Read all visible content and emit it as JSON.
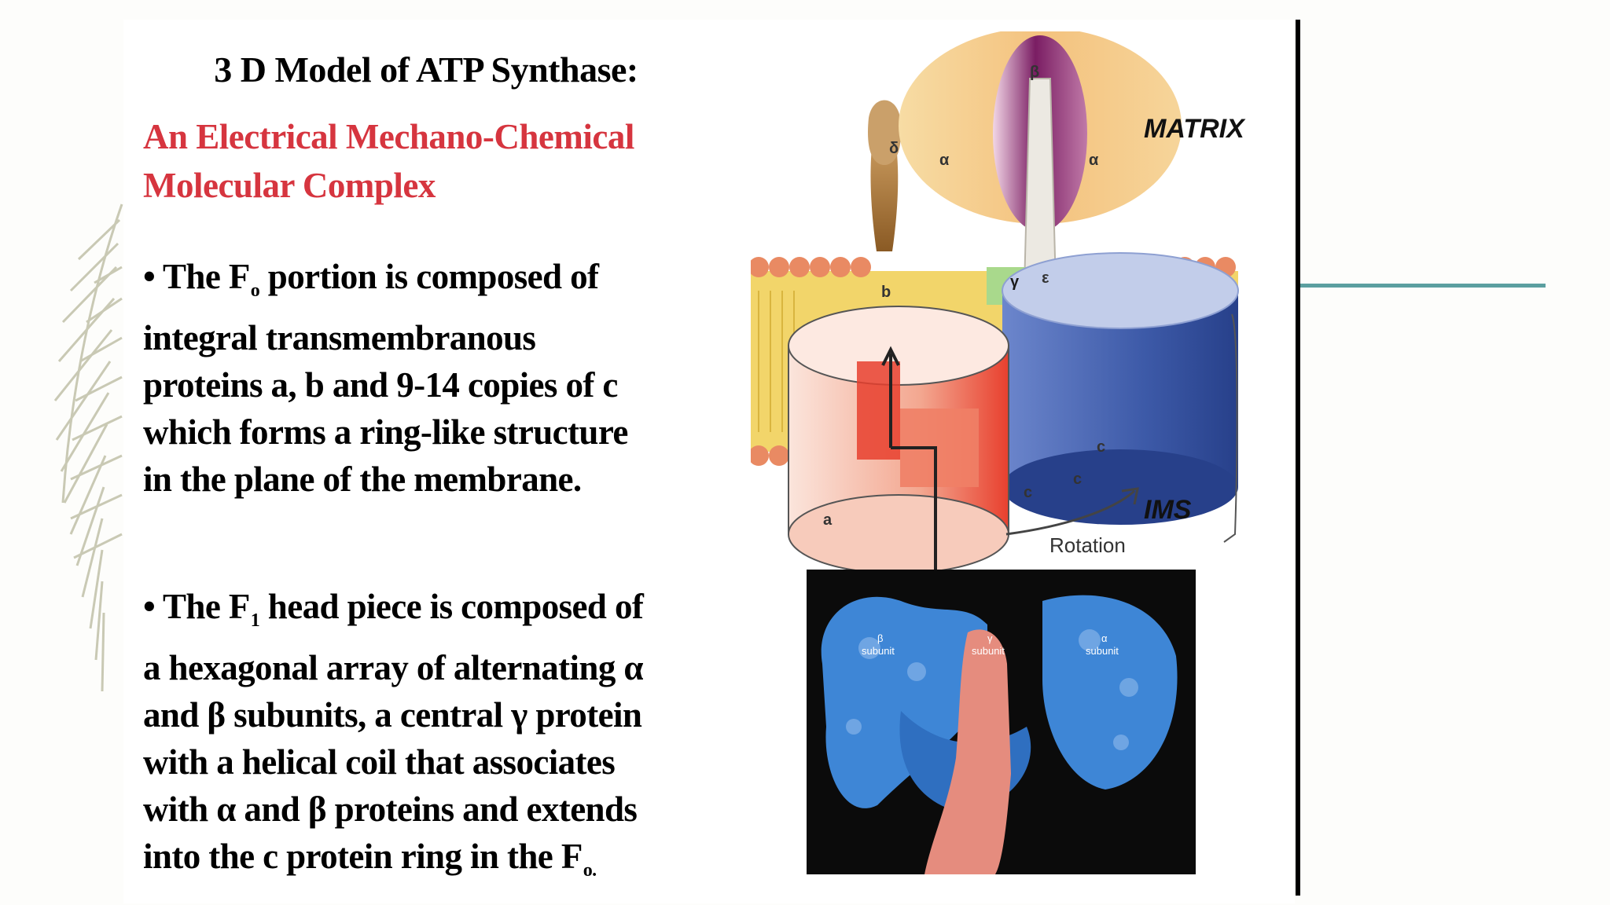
{
  "slide": {
    "title": "3 D Model of ATP Synthase:",
    "subtitle_line1": "An Electrical Mechano-Chemical",
    "subtitle_line2": "Molecular Complex",
    "para1": {
      "l1_pre": "• The F",
      "l1_sub": "o",
      "l1_post": " portion is composed of",
      "l2": "integral transmembranous",
      "l3": "proteins a, b and 9-14 copies of c",
      "l4": "which forms a ring-like structure",
      "l5": "in the plane of the membrane."
    },
    "para2": {
      "l1_pre": "• The F",
      "l1_sub": "1",
      "l1_post": " head piece is composed of",
      "l2": "a hexagonal array of  alternating α",
      "l3": "and β  subunits, a central γ protein",
      "l4": "with a helical coil that associates",
      "l5": "with α and β proteins and  extends",
      "l6_pre": "into the c protein ring in the F",
      "l6_sub": "o."
    }
  },
  "diagram": {
    "matrix": "MATRIX",
    "ims": "IMS",
    "rotation": "Rotation",
    "beta": "β",
    "alpha": "α",
    "delta": "δ",
    "gamma": "γ",
    "epsilon": "ε",
    "b": "b",
    "a": "a",
    "c": "c"
  },
  "structure_image": {
    "label_left": "β",
    "label_center": "γ",
    "label_right": "α",
    "subunit": "subunit"
  },
  "colors": {
    "accent_red": "#d6353f",
    "teal_line": "#5b9fa0",
    "ring_blue": "#3d5aa8",
    "subunit_a_red": "#e8402e",
    "membrane_yellow": "#f2d56a",
    "head_peach": "#f5c98a",
    "beta_purple": "#7a1d63"
  }
}
